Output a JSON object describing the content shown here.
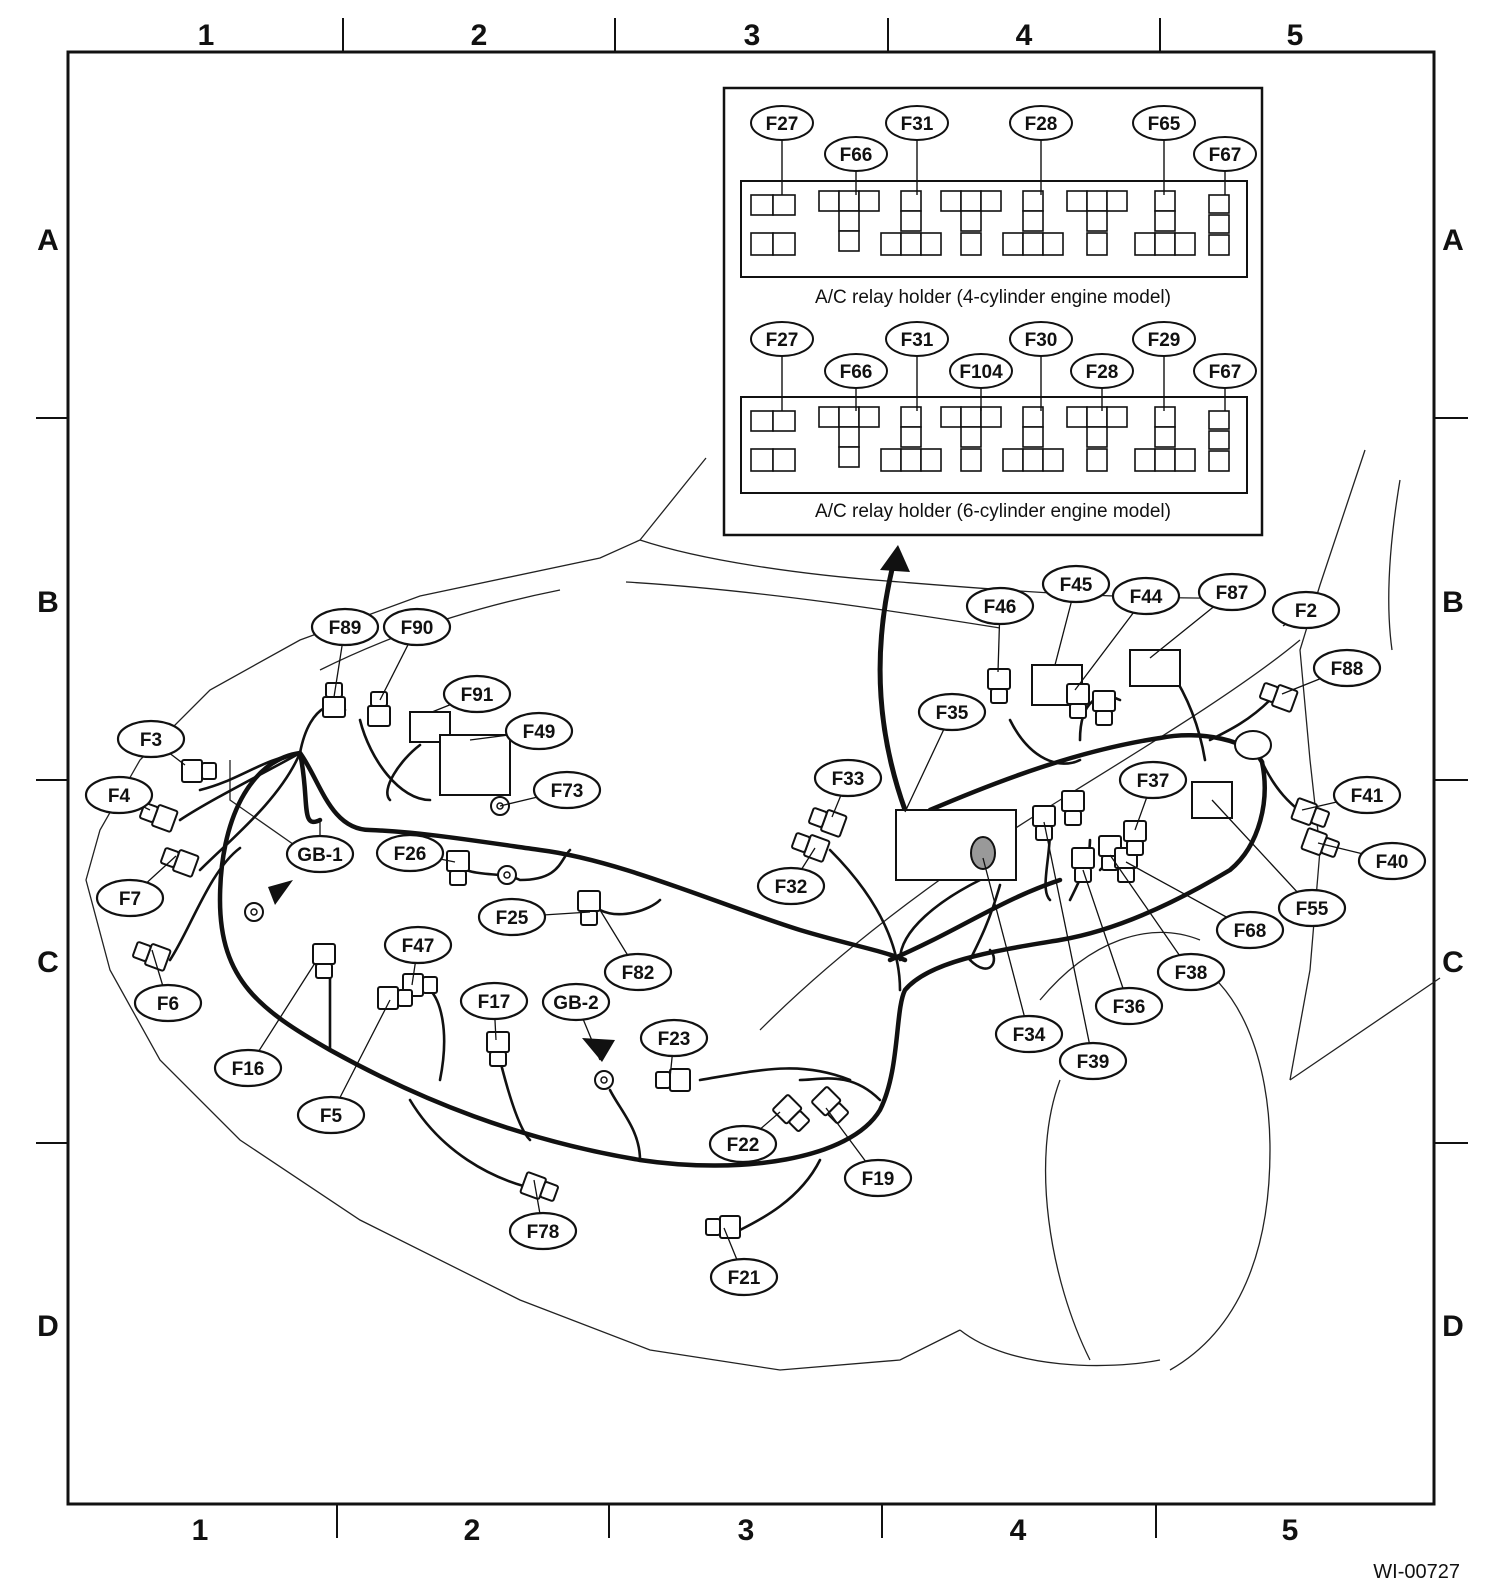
{
  "grid": {
    "columns": [
      "1",
      "2",
      "3",
      "4",
      "5"
    ],
    "rows": [
      "A",
      "B",
      "C",
      "D"
    ]
  },
  "inset": {
    "holder_4cyl": {
      "caption": "A/C relay holder (4-cylinder engine model)",
      "labels": [
        "F27",
        "F66",
        "F31",
        "F28",
        "F65",
        "F67"
      ]
    },
    "holder_6cyl": {
      "caption": "A/C relay holder (6-cylinder engine model)",
      "labels": [
        "F27",
        "F66",
        "F31",
        "F104",
        "F30",
        "F28",
        "F29",
        "F67"
      ]
    }
  },
  "connectors": [
    "F89",
    "F90",
    "F91",
    "F49",
    "F3",
    "F4",
    "F73",
    "F7",
    "GB-1",
    "F26",
    "F6",
    "F25",
    "F82",
    "F47",
    "F16",
    "F17",
    "GB-2",
    "F5",
    "F23",
    "F22",
    "F19",
    "F78",
    "F21",
    "F46",
    "F45",
    "F44",
    "F87",
    "F2",
    "F88",
    "F35",
    "F33",
    "F37",
    "F41",
    "F32",
    "F40",
    "F55",
    "F68",
    "F38",
    "F36",
    "F34",
    "F39"
  ],
  "figure_id": "WI-00727"
}
